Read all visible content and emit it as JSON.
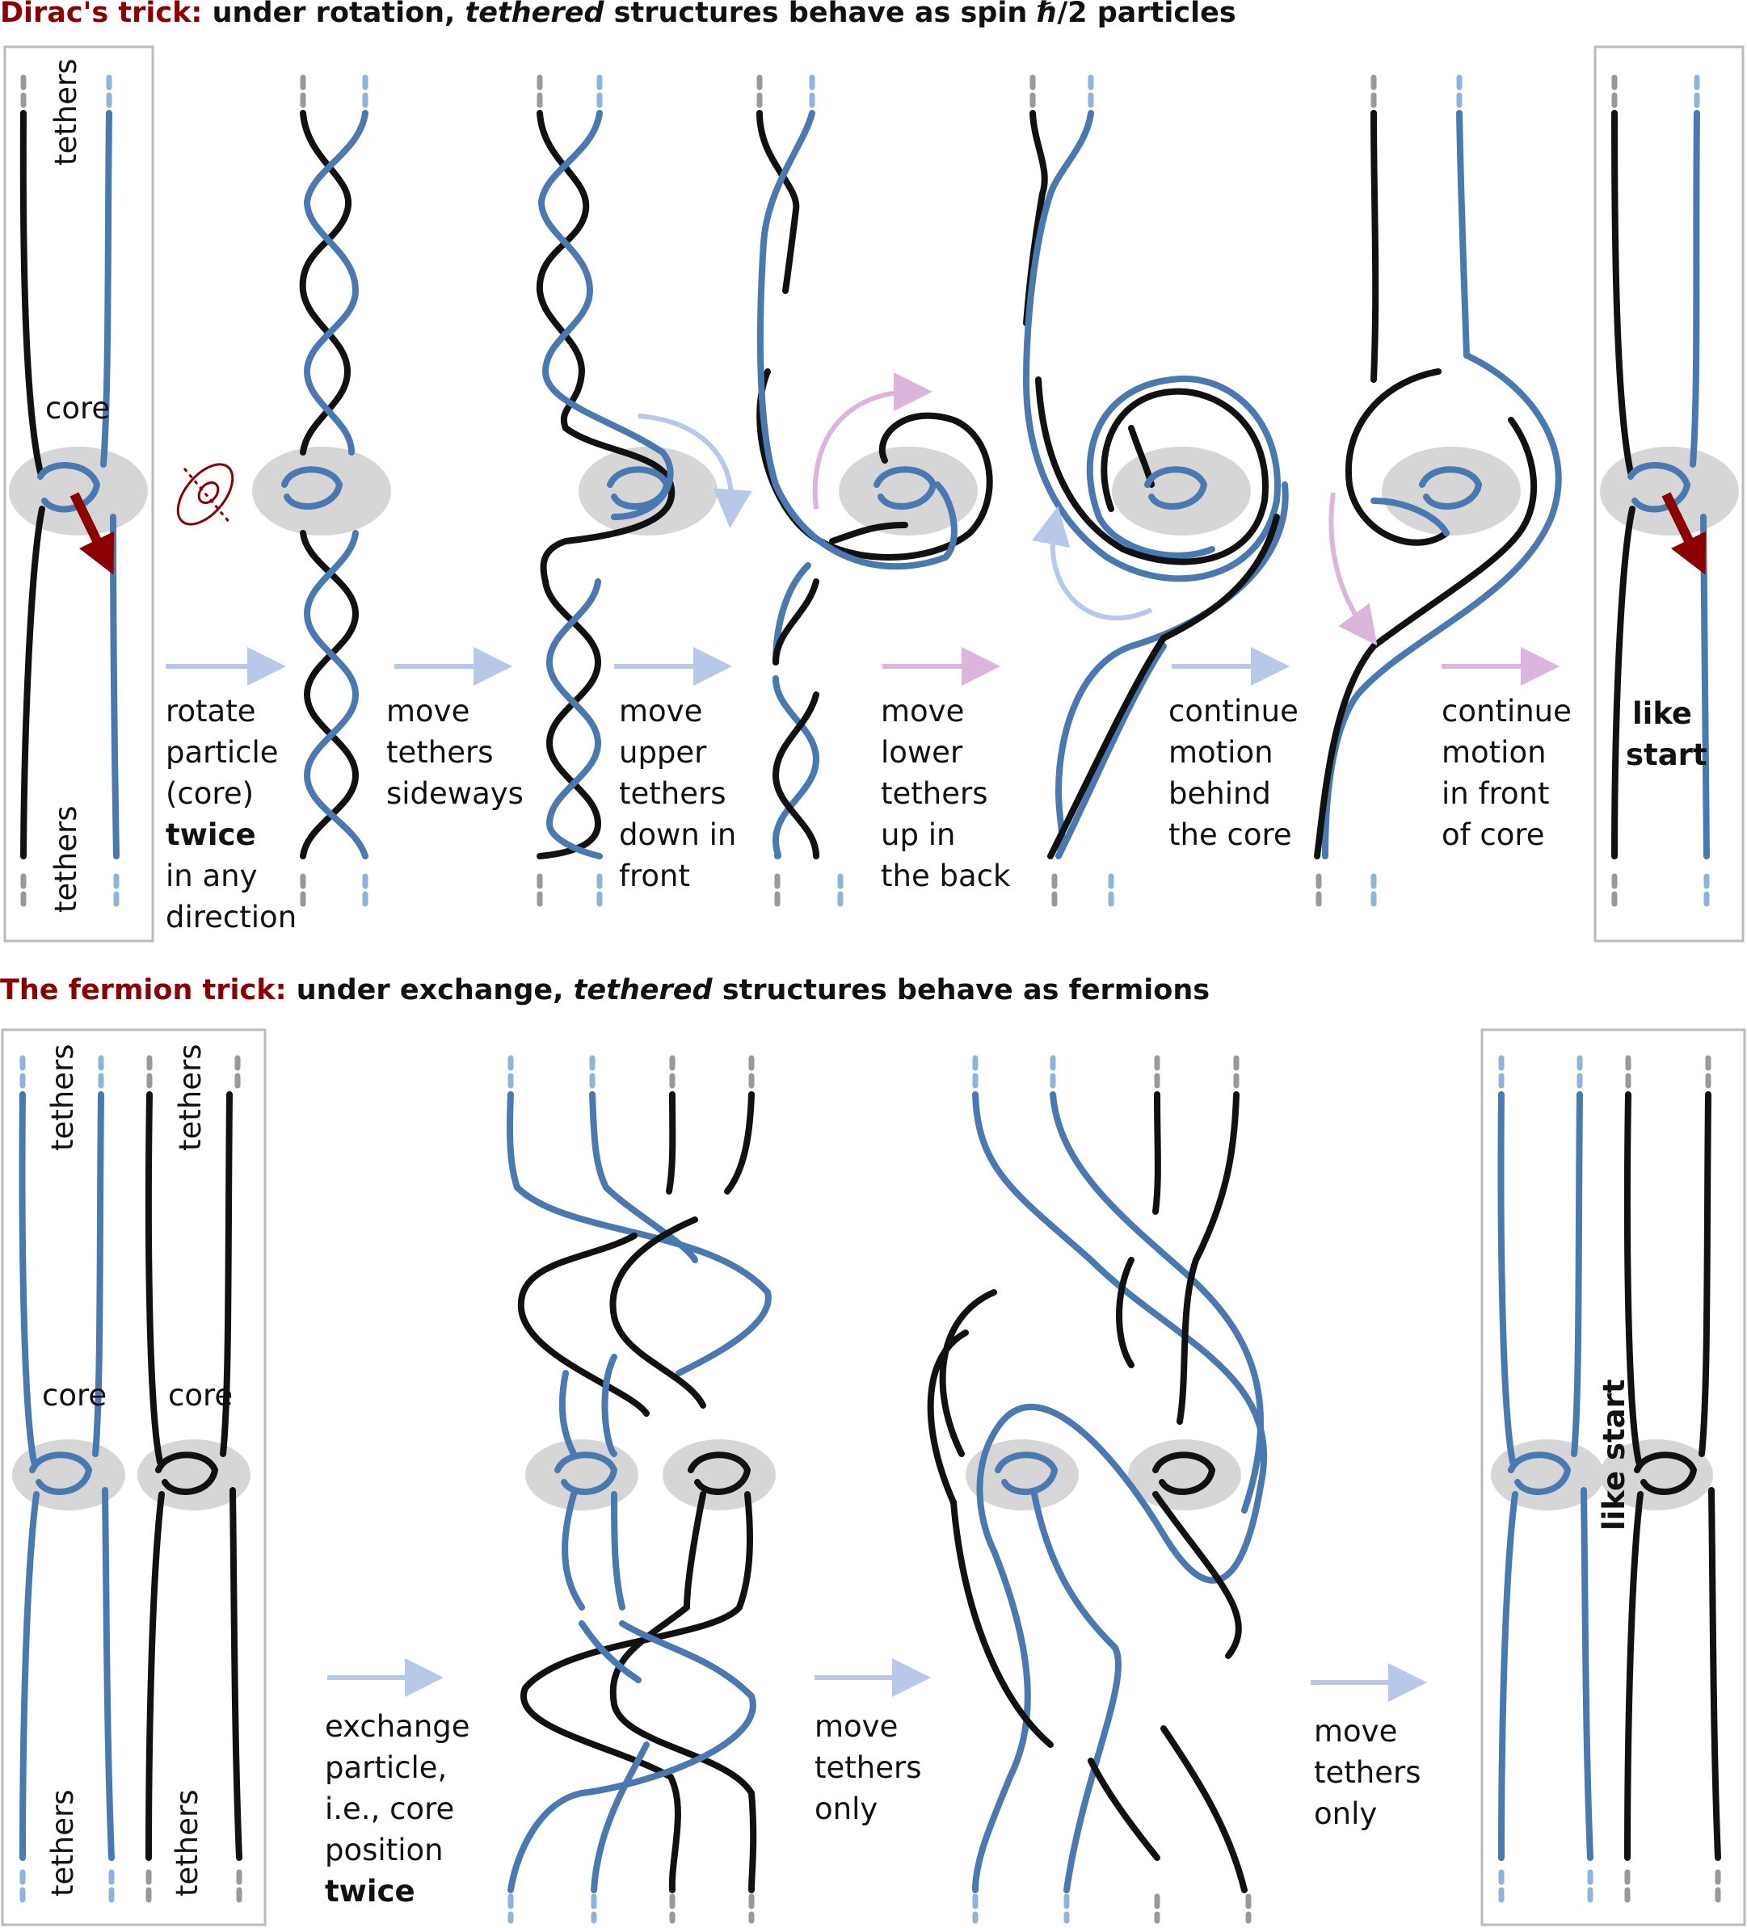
{
  "top": {
    "title_red": "Dirac's trick:",
    "title_a": "under rotation,",
    "title_em": "tethered",
    "title_b": "structures behave as spin ℏ/2 particles",
    "panel0": {
      "tethers_top": "tethers",
      "core": "core",
      "tethers_bottom": "tethers"
    },
    "steps": [
      {
        "lines": [
          "rotate",
          "particle",
          "(core)"
        ],
        "bold": "twice",
        "after": [
          "in any",
          "direction"
        ]
      },
      {
        "lines": [
          "move",
          "tethers",
          "sideways"
        ]
      },
      {
        "lines": [
          "move",
          "upper",
          "tethers",
          "down in",
          "front"
        ]
      },
      {
        "lines": [
          "move",
          "lower",
          "tethers",
          "up in",
          "the back"
        ]
      },
      {
        "lines": [
          "continue",
          "motion",
          "behind",
          "the core"
        ]
      },
      {
        "lines": [
          "continue",
          "motion",
          "in front",
          "of core"
        ]
      }
    ],
    "end": {
      "line1": "like",
      "line2": "start"
    }
  },
  "bottom": {
    "title_red": "The fermion trick:",
    "title_a": "under exchange,",
    "title_em": "tethered",
    "title_b": "structures behave as fermions",
    "panel0": {
      "tethers_a_top": "tethers",
      "tethers_b_top": "tethers",
      "core_a": "core",
      "core_b": "core",
      "tethers_a_bottom": "tethers",
      "tethers_b_bottom": "tethers"
    },
    "steps": [
      {
        "lines": [
          "exchange",
          "particle,",
          "i.e., core",
          "position"
        ],
        "bold": "twice"
      },
      {
        "lines": [
          "move",
          "tethers",
          "only"
        ]
      },
      {
        "lines": [
          "move",
          "tethers",
          "only"
        ]
      }
    ],
    "end": {
      "label": "like start"
    }
  },
  "colors": {
    "blue": "#4a78b0",
    "black": "#111111",
    "lightblue": "#b7c8e8",
    "pink": "#dcb5dc",
    "darkred": "#8b0000",
    "grey": "#d6d6d6"
  }
}
